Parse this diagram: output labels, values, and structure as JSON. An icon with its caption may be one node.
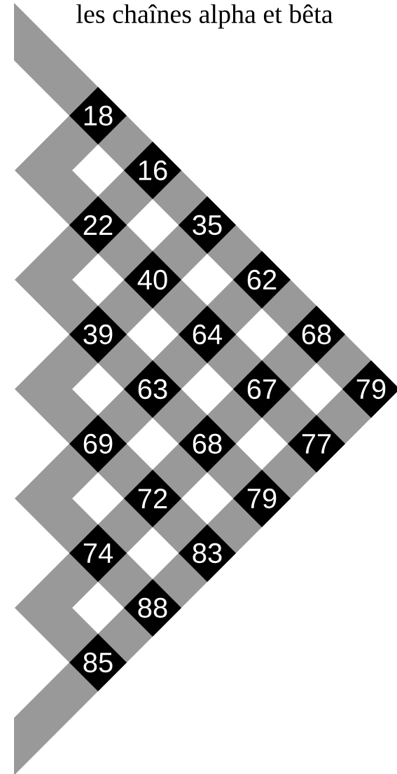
{
  "diagram": {
    "title": "les chaînes alpha et bêta",
    "nodes": [
      {
        "text": [
          "18"
        ]
      },
      {
        "text": [
          "16"
        ]
      },
      {
        "text": [
          "22"
        ]
      },
      {
        "text": [
          "35"
        ]
      },
      {
        "text": [
          "40"
        ]
      },
      {
        "text": [
          "62"
        ]
      },
      {
        "text": [
          "39"
        ]
      },
      {
        "text": [
          "64"
        ]
      },
      {
        "text": [
          "68"
        ]
      },
      {
        "text": [
          "63"
        ]
      },
      {
        "text": [
          "67"
        ]
      },
      {
        "text": [
          "79"
        ]
      },
      {
        "text": [
          "69"
        ]
      },
      {
        "text": [
          "68"
        ]
      },
      {
        "text": [
          "77"
        ]
      },
      {
        "text": [
          "72"
        ]
      },
      {
        "text": [
          "79"
        ]
      },
      {
        "text": [
          "74"
        ]
      },
      {
        "text": [
          "83"
        ]
      },
      {
        "text": [
          "88"
        ]
      },
      {
        "text": [
          "85"
        ]
      }
    ]
  }
}
